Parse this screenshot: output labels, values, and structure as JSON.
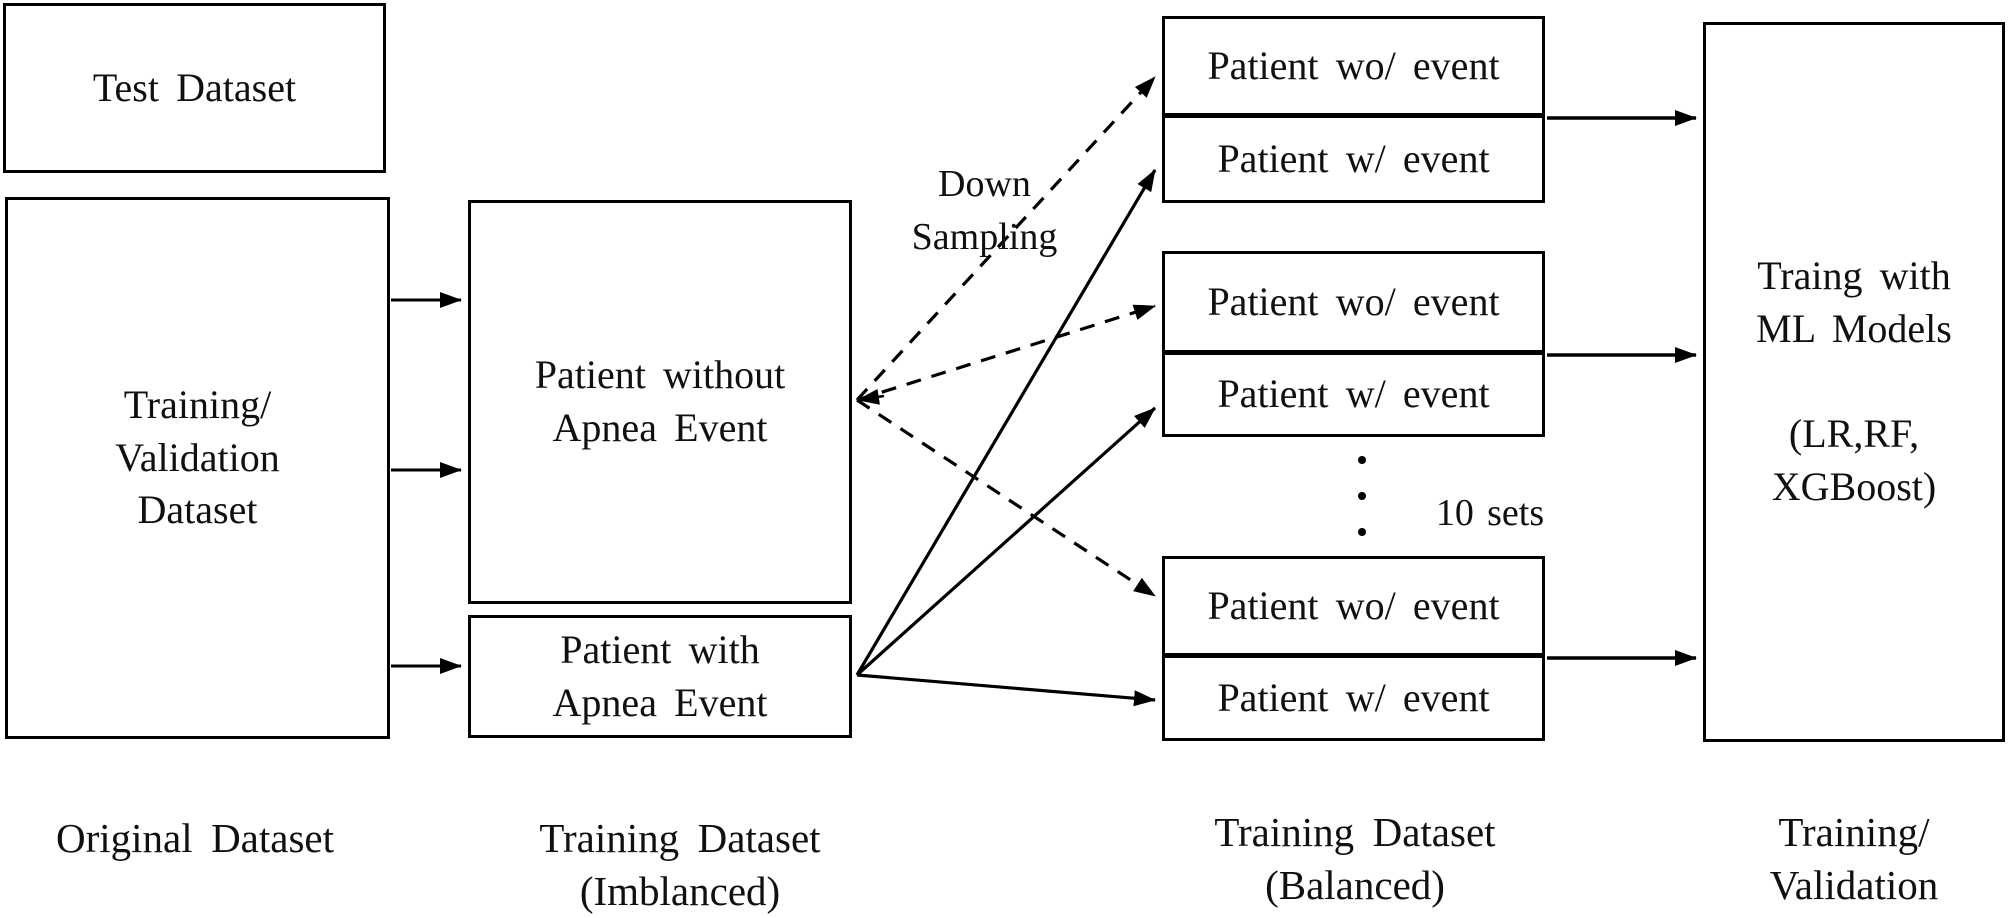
{
  "colors": {
    "ink": "#000000",
    "background": "#ffffff"
  },
  "boxes": {
    "test_dataset": {
      "label": "Test Dataset"
    },
    "training_validation": {
      "label": "Training/\nValidation\nDataset"
    },
    "patient_without": {
      "label": "Patient without\nApnea Event"
    },
    "patient_with": {
      "label": "Patient with\nApnea Event"
    },
    "ml_training": {
      "label": "Traing with\nML Models\n\n(LR,RF,\nXGBoost)"
    }
  },
  "balanced_sets": [
    {
      "top": "Patient wo/ event",
      "bottom": "Patient w/ event"
    },
    {
      "top": "Patient wo/ event",
      "bottom": "Patient w/ event"
    },
    {
      "top": "Patient wo/ event",
      "bottom": "Patient w/ event"
    }
  ],
  "annotations": {
    "down_sampling": "Down\nSampling",
    "ten_sets": "10 sets"
  },
  "captions": {
    "original": "Original Dataset",
    "imbalanced": "Training Dataset\n(Imblanced)",
    "balanced": "Training Dataset\n(Balanced)",
    "training_validation": "Training/\nValidation"
  }
}
